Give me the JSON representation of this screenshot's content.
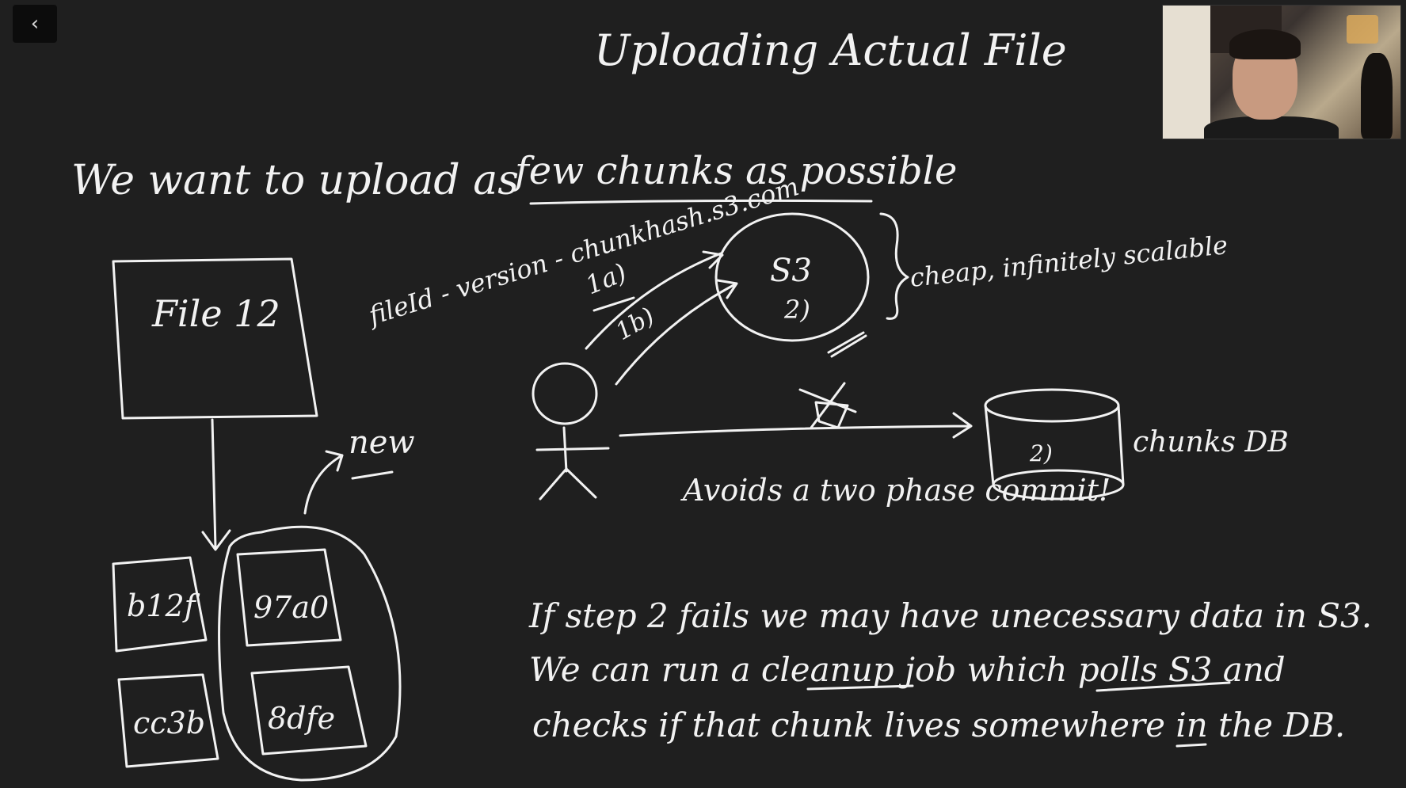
{
  "title": "Uploading Actual File",
  "heading": {
    "prefix": "We want to upload as",
    "emphasis": "few chunks as possible"
  },
  "file_box": {
    "label": "File 12"
  },
  "chunks": {
    "old": [
      "b12f",
      "cc3b"
    ],
    "new": [
      "97a0",
      "8dfe"
    ],
    "new_label": "new"
  },
  "s3": {
    "key_label": "fileId - version - chunkhash.s3.com",
    "label": "S3",
    "step_inside": "2)",
    "step_1a": "1a)",
    "step_1b": "1b)",
    "note": "cheap, infinitely scalable"
  },
  "chunks_db": {
    "label": "chunks DB",
    "step_inside": "2)"
  },
  "avoids_note": "Avoids a two phase commit!",
  "explanation": [
    "If step 2 fails we may have unecessary data in S3.",
    "We can run a cleanup job which polls S3 and",
    "checks if that chunk lives somewhere in the DB."
  ],
  "nav": {
    "back_icon": "chevron-left-icon"
  },
  "webcam": {
    "icon": "presenter-webcam"
  }
}
